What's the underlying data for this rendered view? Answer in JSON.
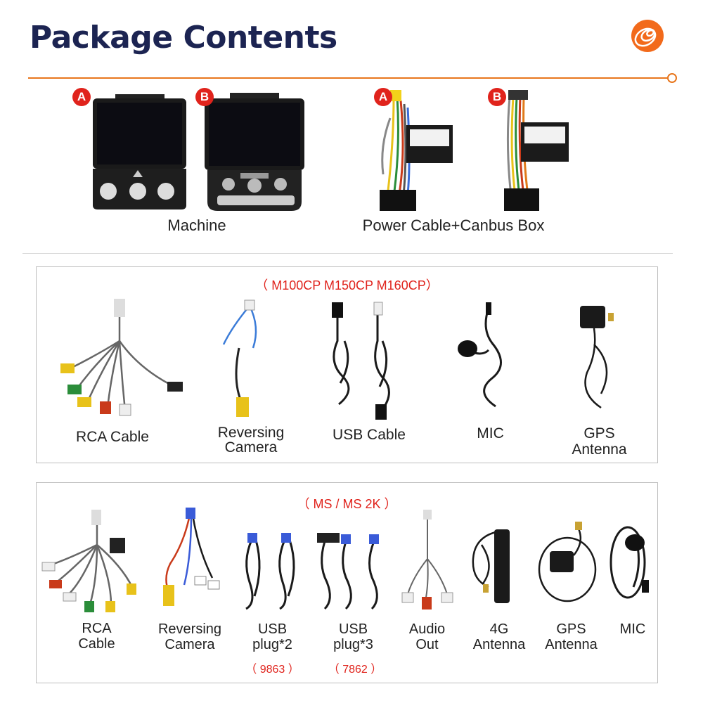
{
  "header": {
    "title": "Package Contents",
    "logo_icon": "orange-spiral-logo",
    "accent_color": "#e8761d"
  },
  "top": {
    "machine": {
      "badges": [
        "A",
        "B"
      ],
      "caption": "Machine"
    },
    "power": {
      "badges": [
        "A",
        "B"
      ],
      "caption": "Power Cable+Canbus Box"
    }
  },
  "box1": {
    "title": "（ M100CP M150CP M160CP）",
    "items": [
      {
        "label": "RCA Cable",
        "icon": "rca-cable"
      },
      {
        "label_line1": "Reversing",
        "label_line2": "Camera",
        "icon": "reversing-camera-cable"
      },
      {
        "label": "USB Cable",
        "icon": "usb-cable"
      },
      {
        "label": "MIC",
        "icon": "microphone"
      },
      {
        "label_line1": "GPS",
        "label_line2": "Antenna",
        "icon": "gps-antenna"
      }
    ]
  },
  "box2": {
    "title": "（ MS / MS 2K ）",
    "items": [
      {
        "label_line1": "RCA",
        "label_line2": "Cable",
        "icon": "rca-cable"
      },
      {
        "label_line1": "Reversing",
        "label_line2": "Camera",
        "icon": "reversing-camera-cable"
      },
      {
        "label_line1": "USB",
        "label_line2": "plug*2",
        "code": "（ 9863 ）",
        "icon": "usb-plug"
      },
      {
        "label_line1": "USB",
        "label_line2": "plug*3",
        "code": "（ 7862 ）",
        "icon": "usb-plug"
      },
      {
        "label_line1": "Audio",
        "label_line2": "Out",
        "icon": "audio-out-cable"
      },
      {
        "label_line1": "4G",
        "label_line2": "Antenna",
        "icon": "4g-antenna"
      },
      {
        "label_line1": "GPS",
        "label_line2": "Antenna",
        "icon": "gps-antenna"
      },
      {
        "label": "MIC",
        "icon": "microphone"
      }
    ]
  }
}
